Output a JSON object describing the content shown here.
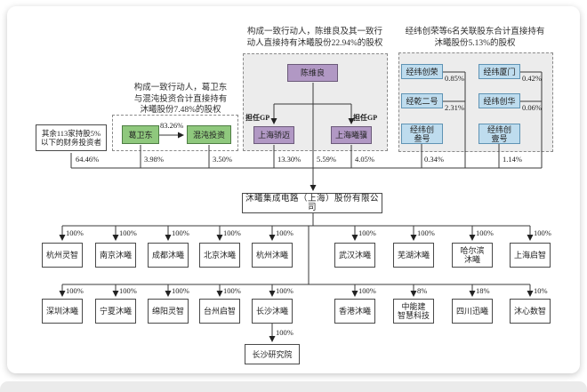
{
  "colors": {
    "green": "#8fc87d",
    "purple": "#b198c4",
    "blue": "#bedcee",
    "panel": "#ececec",
    "line": "#3a3a3a"
  },
  "notes": {
    "left": "构成一致行动人，葛卫东\n与混沌投资合计直接持有\n沐曦股份7.48%的股权",
    "middle": "构成一致行动人，陈维良及其一致行\n动人直接持有沐曦股份22.94%的股权",
    "right": "经纬创荣等6名关联股东合计直接持有\n沐曦股份5.13%的股权"
  },
  "top": {
    "other_investors": {
      "name": "其余113家持股5%\n以下的财务投资者",
      "pct": "64.46%"
    },
    "ge_weidong": {
      "name": "葛卫东",
      "pct": "3.98%"
    },
    "hundun": {
      "name": "混沌投资",
      "pct": "3.50%"
    },
    "ge_to_hundun_pct": "83.26%",
    "chen": {
      "name": "陈维良",
      "pct": "5.59%"
    },
    "jiaomai": {
      "name": "上海骄迈",
      "pct": "13.30%"
    },
    "xiji": {
      "name": "上海曦骥",
      "pct": "4.05%"
    },
    "gp_label": "担任GP",
    "jingwei": [
      {
        "name": "经纬创荣",
        "pct": "0.85%"
      },
      {
        "name": "经乾二号",
        "pct": "2.31%"
      },
      {
        "name": "经纬创\n叁号",
        "pct": "0.34%"
      },
      {
        "name": "经纬厦门",
        "pct": "0.42%"
      },
      {
        "name": "经纬创华",
        "pct": "0.06%"
      },
      {
        "name": "经纬创\n壹号",
        "pct": "1.14%"
      }
    ]
  },
  "company": {
    "name": "沐曦集成电路（上海）股份有限公司"
  },
  "subsidiaries": {
    "row1": [
      {
        "name": "杭州灵智",
        "pct": "100%"
      },
      {
        "name": "南京沐曦",
        "pct": "100%"
      },
      {
        "name": "成都沐曦",
        "pct": "100%"
      },
      {
        "name": "北京沐曦",
        "pct": "100%"
      },
      {
        "name": "杭州沐曦",
        "pct": "100%"
      },
      {
        "name": "武汉沐曦",
        "pct": "100%"
      },
      {
        "name": "芜湖沐曦",
        "pct": "100%"
      },
      {
        "name": "哈尔滨\n沐曦",
        "pct": "100%"
      },
      {
        "name": "上海启智",
        "pct": "100%"
      }
    ],
    "row2": [
      {
        "name": "深圳沐曦",
        "pct": "100%"
      },
      {
        "name": "宁夏沐曦",
        "pct": "100%"
      },
      {
        "name": "绵阳灵智",
        "pct": "100%"
      },
      {
        "name": "台州启智",
        "pct": "100%"
      },
      {
        "name": "长沙沐曦",
        "pct": "100%"
      },
      {
        "name": "香港沐曦",
        "pct": "100%"
      },
      {
        "name": "中能建\n智慧科技",
        "pct": "8%"
      },
      {
        "name": "四川迅曦",
        "pct": "18%"
      },
      {
        "name": "沐心数智",
        "pct": "10%"
      }
    ],
    "research": {
      "name": "长沙研究院",
      "pct": "100%"
    }
  }
}
